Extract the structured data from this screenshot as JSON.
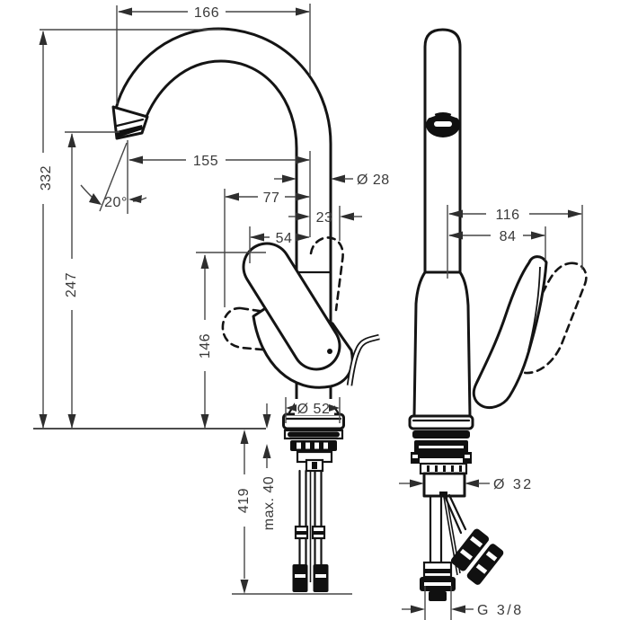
{
  "drawing": {
    "subject": "single-lever faucet technical dimension drawing, front and side elevations",
    "units": "mm",
    "colors": {
      "background": "#ffffff",
      "object_line": "#141414",
      "dimension_line": "#474747",
      "text": "#3a3a3a"
    }
  },
  "dimensions": {
    "overall_width": "166",
    "spout_projection": "155",
    "overall_height": "332",
    "outlet_height": "247",
    "handle_height": "146",
    "spray_angle": "20°",
    "handle_offset_dashed": "77",
    "handle_offset": "54",
    "handle_offset_raised": "23",
    "spout_diameter": "Ø 28",
    "base_diameter": "Ø 52",
    "below_counter_length": "419",
    "max_counter_thickness": "max. 40",
    "side_handle_reach_raised": "116",
    "side_handle_reach": "84",
    "shank_diameter": "Ø 32",
    "connection_thread": "G 3/8"
  }
}
